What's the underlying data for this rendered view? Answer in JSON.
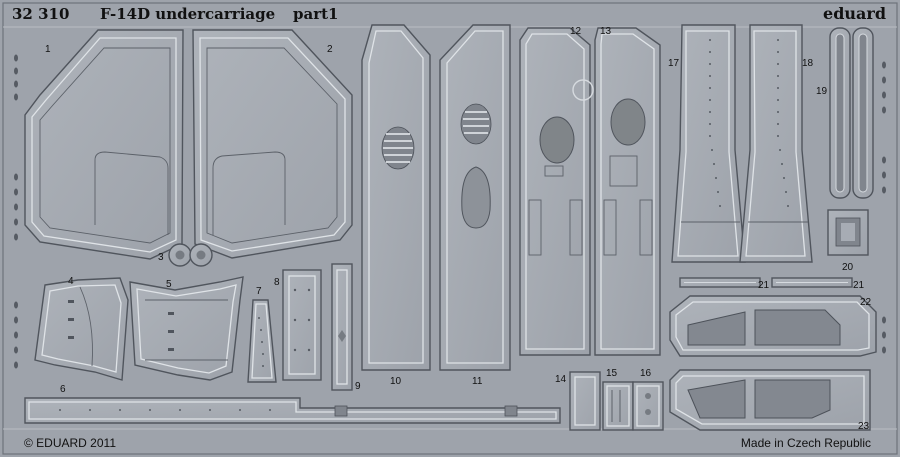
{
  "header": {
    "code": "32 310",
    "title": "F-14D undercarriage",
    "part": "part1",
    "brand": "eduard"
  },
  "footer": {
    "copyright": "© EDUARD 2011",
    "made_in": "Made in Czech Republic"
  },
  "part_numbers": [
    "1",
    "2",
    "3",
    "4",
    "5",
    "6",
    "7",
    "8",
    "9",
    "10",
    "11",
    "12",
    "13",
    "14",
    "15",
    "16",
    "17",
    "18",
    "19",
    "20",
    "21",
    "21",
    "22",
    "23"
  ],
  "colors": {
    "fret": "#9ea3ab",
    "part_fill": "#a7acb4",
    "etch_line": "#565b63",
    "highlight": "#d5d9de",
    "text": "#111111"
  }
}
